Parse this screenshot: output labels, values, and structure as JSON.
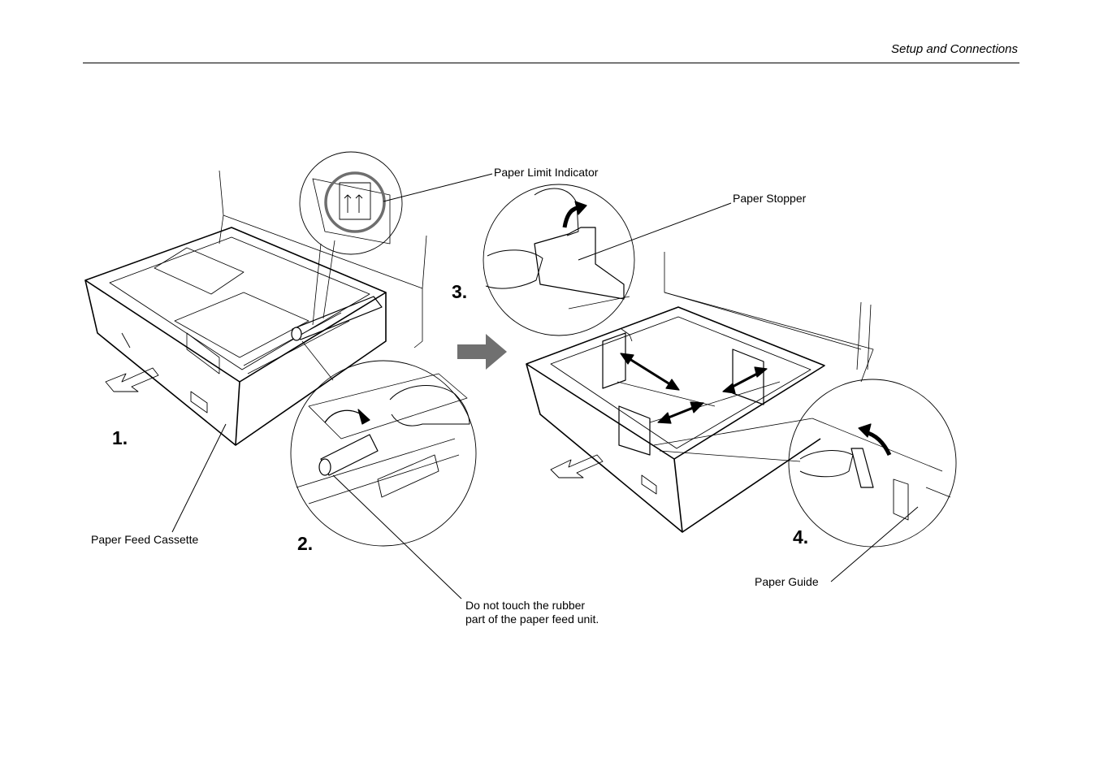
{
  "header": {
    "section_title": "Setup and Connections"
  },
  "steps": [
    "1.",
    "2.",
    "3.",
    "4."
  ],
  "callouts": {
    "paper_limit_indicator": "Paper Limit Indicator",
    "paper_stopper": "Paper Stopper",
    "paper_feed_cassette": "Paper Feed Cassette",
    "paper_guide": "Paper Guide",
    "rubber_warning": "Do not touch the rubber part of the paper feed unit."
  },
  "colors": {
    "ink": "#000000",
    "arrow_gray": "#707070",
    "circle_gray": "#6e6e6e"
  }
}
